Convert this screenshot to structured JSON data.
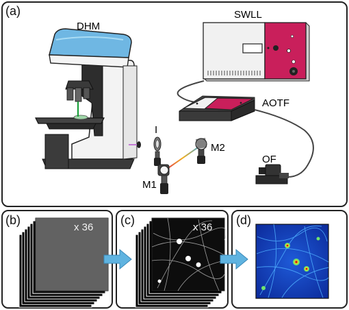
{
  "panel_a": {
    "label": "(a)",
    "components": {
      "dhm": "DHM",
      "swll": "SWLL",
      "aotf": "AOTF",
      "iris": "I",
      "mirror1": "M1",
      "mirror2": "M2",
      "fiber": "OF"
    }
  },
  "panel_b": {
    "label": "(b)",
    "count": "x 36"
  },
  "panel_c": {
    "label": "(c)",
    "count": "x 36"
  },
  "panel_d": {
    "label": "(d)"
  },
  "colors": {
    "microscope_hood": "#6fb7e3",
    "source_panel": "#c91f5b",
    "beam_green": "#1a9f3a",
    "frame_border": "#222222"
  },
  "icons": [
    "microscope-icon",
    "light-source-icon",
    "filter-icon",
    "mirror-icon",
    "iris-icon",
    "fiber-icon",
    "arrow-right-icon"
  ]
}
